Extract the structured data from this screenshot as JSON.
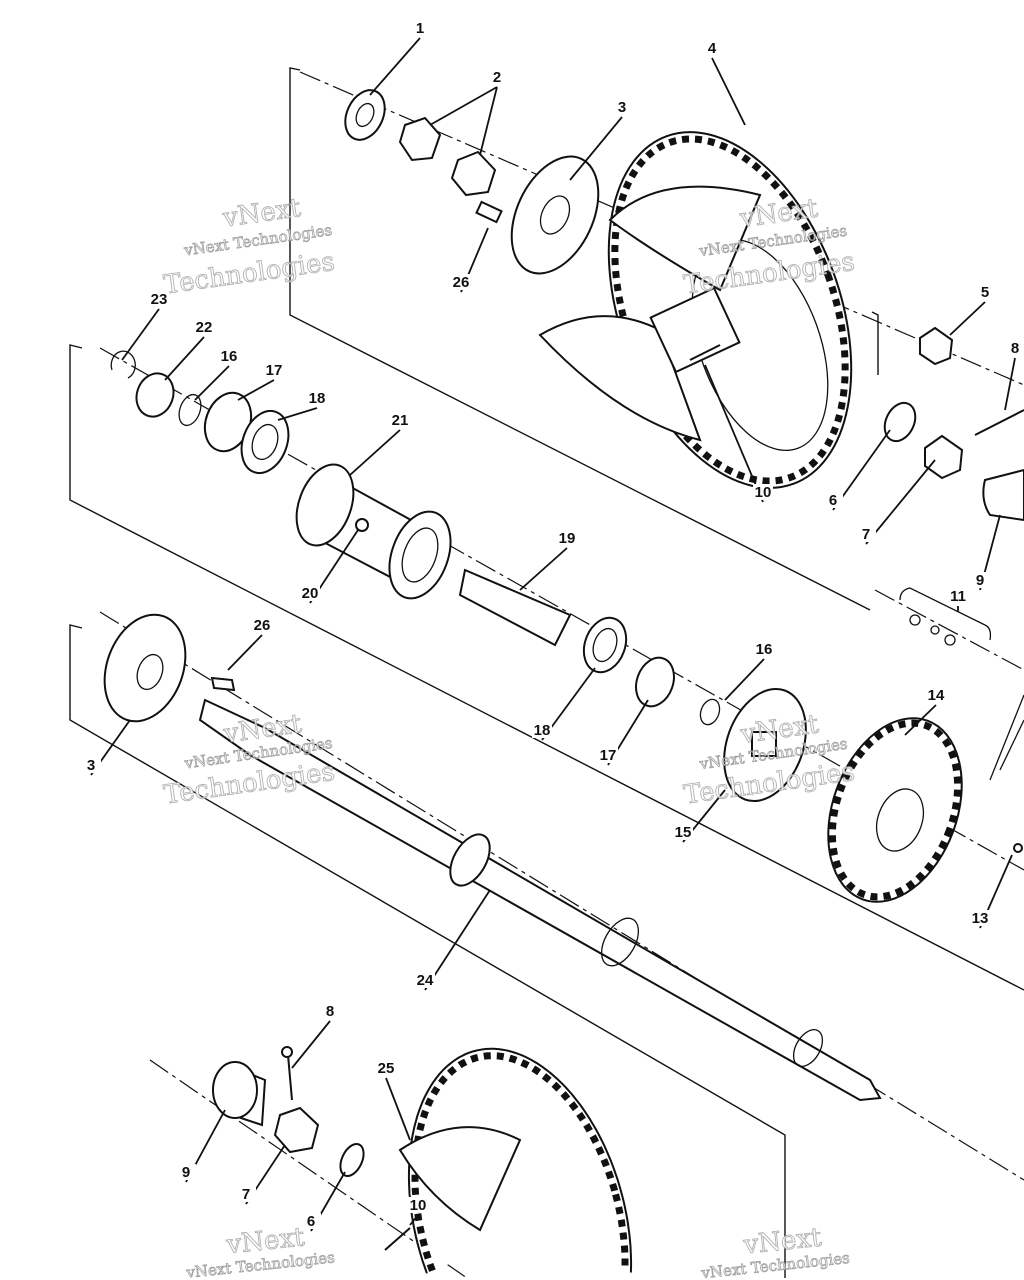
{
  "diagram": {
    "title": "Rear axle and wheel assembly exploded view",
    "callouts": [
      "1",
      "2",
      "3",
      "4",
      "26",
      "5",
      "8",
      "10",
      "6",
      "7",
      "9",
      "23",
      "22",
      "16",
      "17",
      "18",
      "21",
      "20",
      "19",
      "11",
      "26",
      "3",
      "16",
      "18",
      "17",
      "14",
      "15",
      "13",
      "24",
      "8",
      "25",
      "9",
      "7",
      "6",
      "10"
    ],
    "watermark": {
      "line1": "vNext Technologies",
      "line2": "vNext",
      "line3": "Technologies"
    }
  }
}
